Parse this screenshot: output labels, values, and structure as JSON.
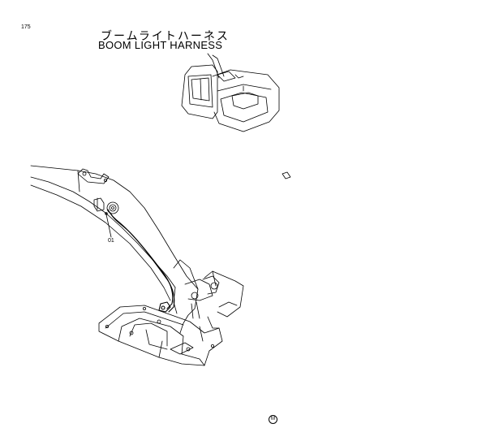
{
  "page": {
    "number": "175"
  },
  "title": {
    "japanese": "ブームライトハーネス",
    "english": "BOOM LIGHT HARNESS"
  },
  "callouts": [
    {
      "label": "01"
    }
  ],
  "colors": {
    "line": "#000000",
    "background": "#ffffff"
  }
}
